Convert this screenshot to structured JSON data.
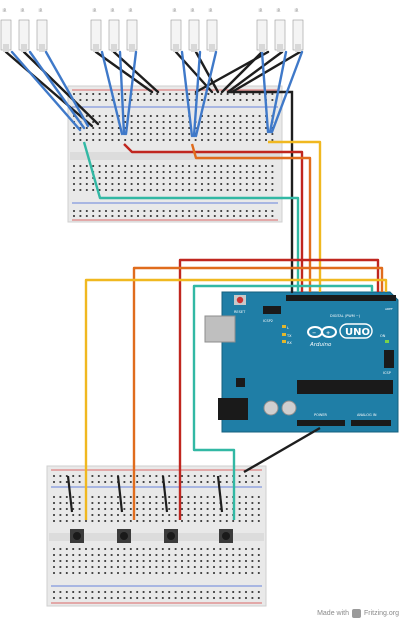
{
  "diagram": {
    "sensor_labels": [
      "IR",
      "IR",
      "IR",
      "IR",
      "IR",
      "IR",
      "IR",
      "IR",
      "IR",
      "IR",
      "IR",
      "IR",
      "IR",
      "IR"
    ],
    "arduino": {
      "board_label": "UNO",
      "brand": "Arduino",
      "reset_label": "RESET",
      "icsp_left": "ICSP2",
      "icsp_right": "ICSP",
      "on_label": "ON",
      "tx_label": "TX",
      "rx_label": "RX",
      "l_label": "L",
      "digital_label": "DIGITAL (PWM ~)",
      "power_label": "POWER",
      "analog_label": "ANALOG IN",
      "aref_label": "AREF"
    },
    "footer": {
      "made_with": "Made with",
      "brand": "Fritzing.org"
    },
    "colors": {
      "breadboard": "#e9e9e9",
      "arduino_blue": "#1f7ea6",
      "wire_black": "#1e1e1e",
      "wire_blue": "#3f79c9",
      "wire_red": "#c0261f",
      "wire_orange": "#e06c1d",
      "wire_yellow": "#f0b820",
      "wire_teal": "#32b8a4",
      "rail_red": "#d63c3c",
      "rail_blue": "#3a5fd6",
      "hole_green": "#2fa84f"
    }
  }
}
